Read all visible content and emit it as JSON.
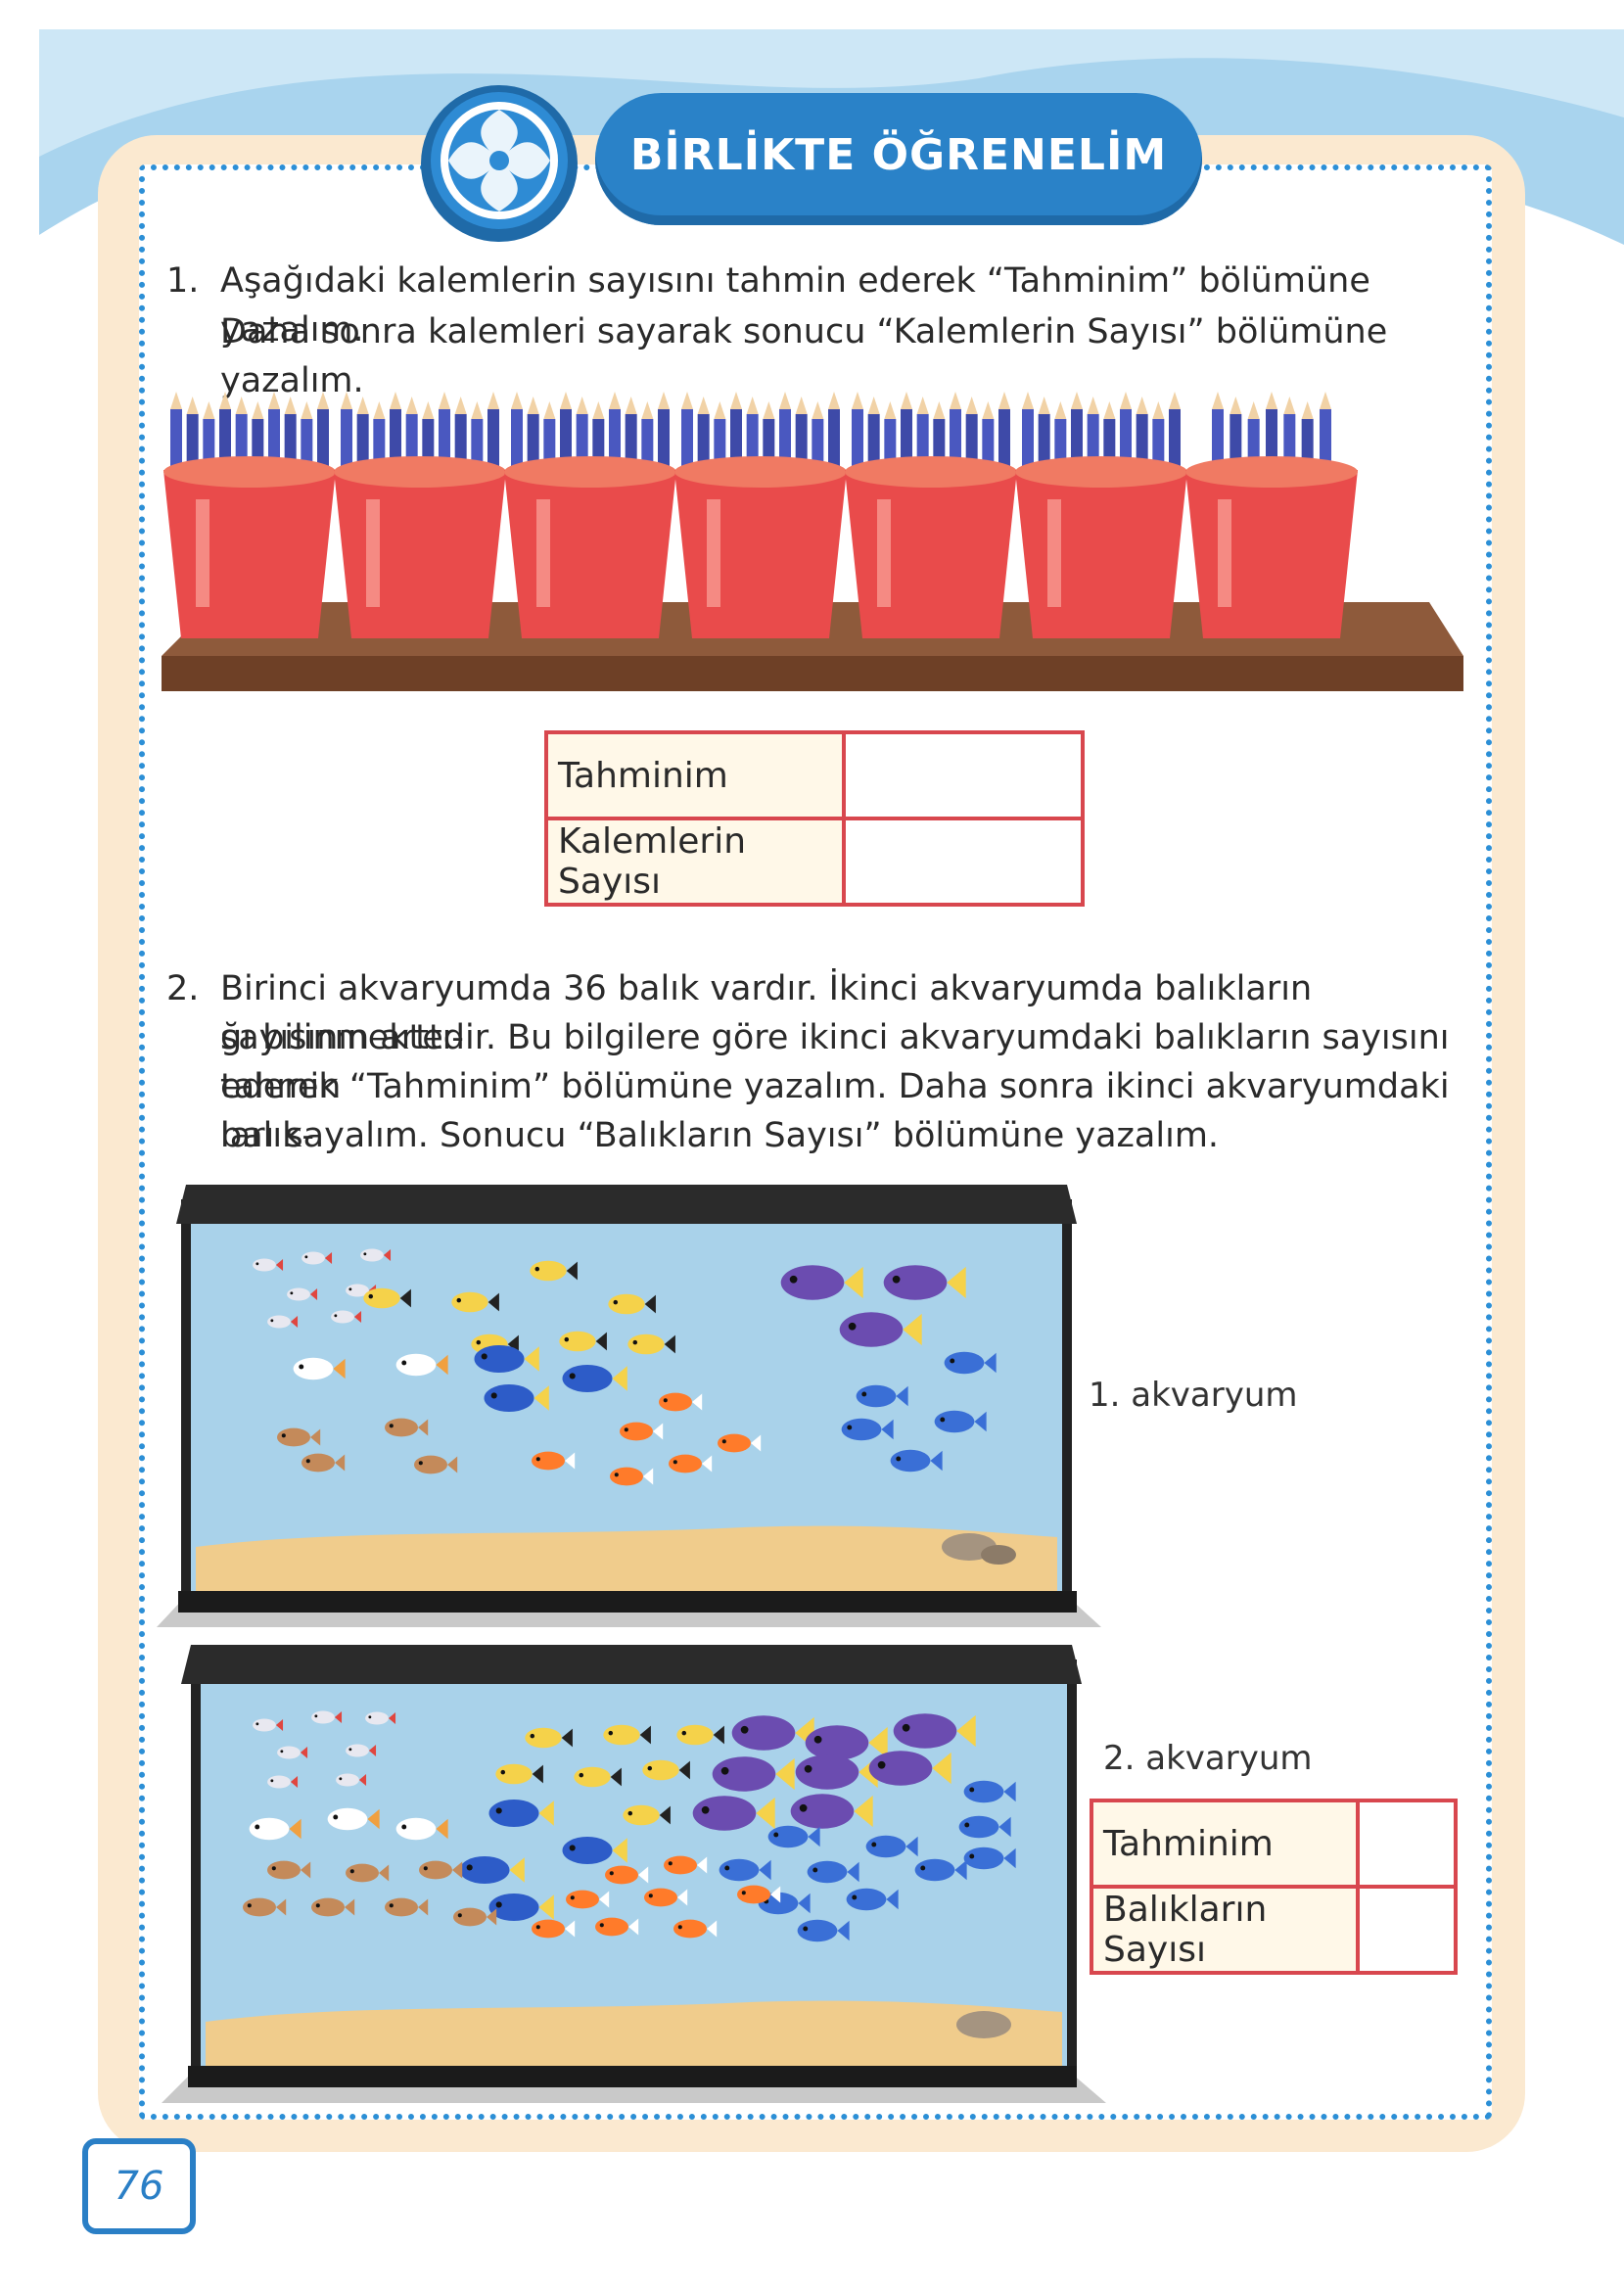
{
  "header": {
    "title": "BİRLİKTE ÖĞRENELİM"
  },
  "q1": {
    "number": "1.",
    "text_line1": "Aşağıdaki kalemlerin sayısını tahmin ederek “Tahminim” bölümüne yazalım.",
    "text_line2": "Daha sonra kalemleri sayarak sonucu “Kalemlerin Sayısı” bölümüne yazalım.",
    "table": {
      "row1": "Tahminim",
      "row2": "Kalemlerin Sayısı"
    },
    "pencil_cups": [
      10,
      10,
      10,
      10,
      10,
      10,
      7
    ]
  },
  "q2": {
    "number": "2.",
    "line1": "Birinci akvaryumda 36 balık vardır. İkinci akvaryumda balıkların sayısının arttı-",
    "line2": "ğı bilinmektedir. Bu bilgilere göre ikinci akvaryumdaki balıkların sayısını tahmin",
    "line3": "ederek “Tahminim” bölümüne yazalım. Daha sonra ikinci akvaryumdaki balık-",
    "line4": "ları sayalım. Sonucu “Balıkların Sayısı” bölümüne yazalım.",
    "aquarium1_label": "1. akvaryum",
    "aquarium2_label": "2. akvaryum",
    "table": {
      "row1": "Tahminim",
      "row2": "Balıkların Sayısı"
    }
  },
  "page_number": "76",
  "colors": {
    "accent": "#2a82c8",
    "table_border": "#d8474e",
    "card_bg": "#fbe9d0",
    "cup": "#e94b4b",
    "water": "#a9d2ea"
  }
}
